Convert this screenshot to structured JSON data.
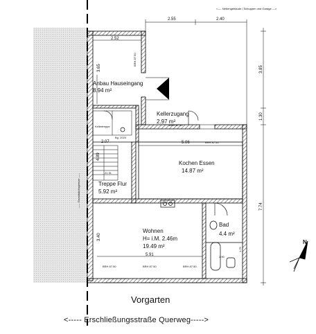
{
  "labels": {
    "annex_top": "<---- Nebengebäude / Schuppen und Garage --->",
    "neighbor_boundary": "----- Grundstücksgrenze -----"
  },
  "rooms": {
    "entrance": {
      "name": "Anbau Hauseingang",
      "area": "8.94 m²"
    },
    "cellar": {
      "name": "Kellerzugang",
      "area": "2.97 m²"
    },
    "kitchen": {
      "name": "Kochen  Essen",
      "area": "14.87 m²"
    },
    "stairs": {
      "name": "Treppe Flur",
      "area": "5.92 m²"
    },
    "living": {
      "name": "Wohnen",
      "height": "H= i.M. 2.46m",
      "area": "19.49 m²"
    },
    "bath": {
      "name": "Bad",
      "area": "4.4 m²"
    }
  },
  "dimensions": {
    "top_left": "2.55",
    "top_right": "2.40",
    "entrance_width": "2.52",
    "entrance_depth": "3.65",
    "kitchen_width": "5.06",
    "stair_width": "2.07",
    "stair_side": "4.89",
    "living_depth": "3.40",
    "living_width": "5.91",
    "right_upper": "3.85",
    "right_mid": "1.30",
    "right_lower": "7.74",
    "bath_side": "1.75"
  },
  "window_tags": {
    "brh": "BRH 87.50",
    "stair_tag": "Bg. 2024",
    "stair_steps": "21 St.",
    "cellar_stairs": "Kellertreppe",
    "small_num": "1.90"
  },
  "footer": {
    "garden": "Vorgarten",
    "street": "<-----  Erschließungsstraße  Querweg----->"
  },
  "north": {
    "label": "N"
  }
}
